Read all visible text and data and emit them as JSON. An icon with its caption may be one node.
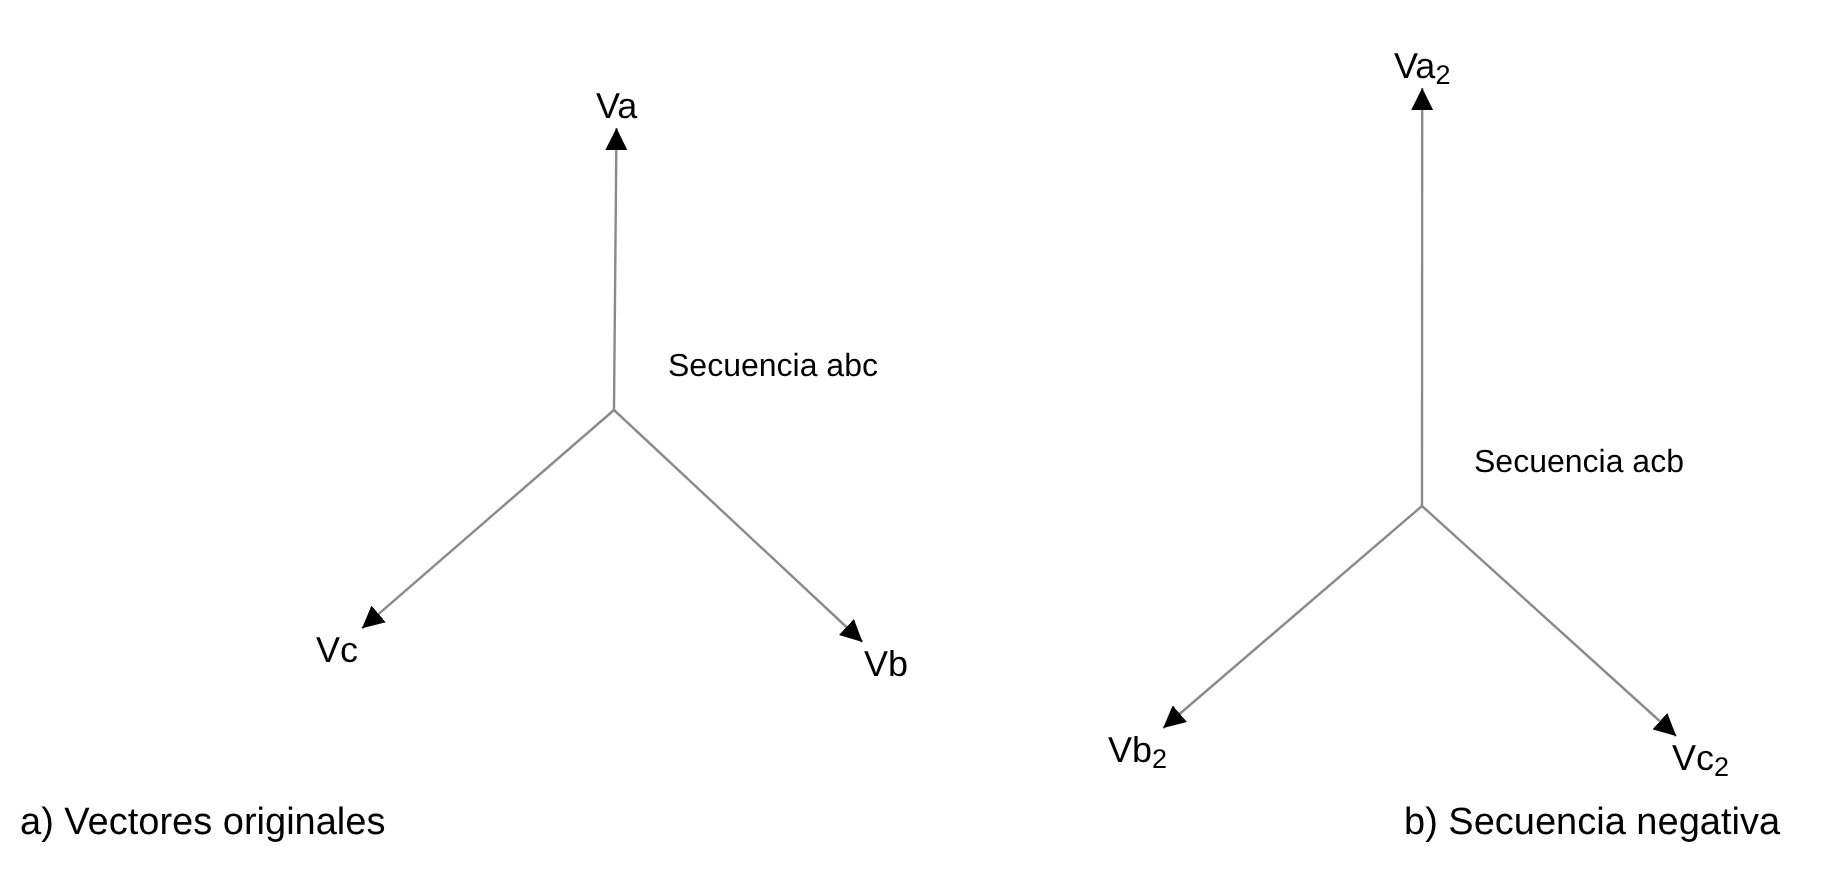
{
  "diagram": {
    "nodes": [
      {
        "text": [
          "Va"
        ]
      },
      {
        "text": [
          "Vb"
        ]
      },
      {
        "text": [
          "Vc"
        ]
      },
      {
        "text": [
          "Va$_{2}$"
        ]
      },
      {
        "text": [
          "Vb$_{2}$"
        ]
      },
      {
        "text": [
          "Vc$_{2}$"
        ]
      }
    ],
    "edges": [
      {
        "from": null,
        "to": 0,
        "arrow": "to"
      },
      {
        "from": null,
        "to": 1,
        "arrow": "to"
      },
      {
        "from": null,
        "to": 2,
        "arrow": "to"
      },
      {
        "from": null,
        "to": 3,
        "arrow": "to"
      },
      {
        "from": null,
        "to": 4,
        "arrow": "to"
      },
      {
        "from": null,
        "to": 5,
        "arrow": "to"
      }
    ],
    "labels": [
      "Secuencia abc",
      "Secuencia acb",
      "a) Vectores originales",
      "b) Secuencia negativa"
    ]
  }
}
